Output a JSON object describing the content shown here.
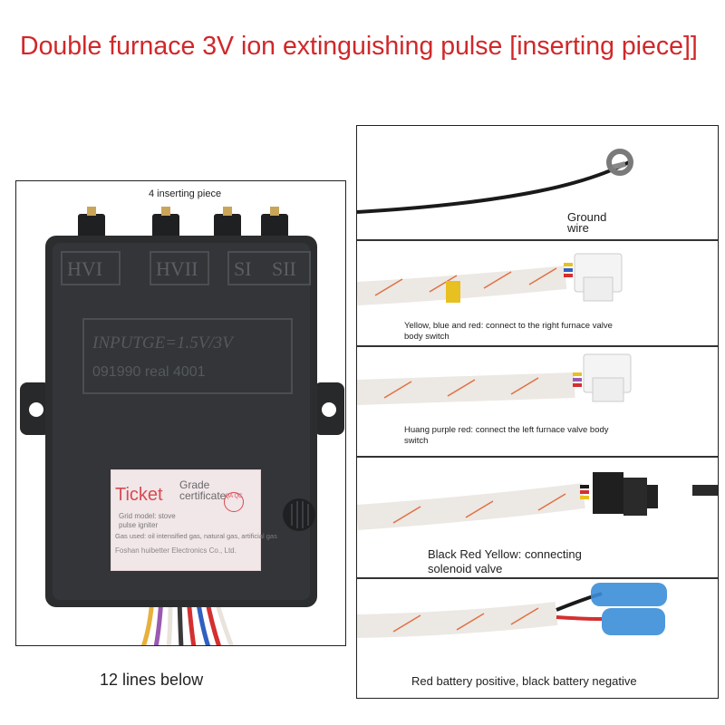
{
  "title": "Double furnace 3V ion extinguishing pulse [inserting piece]]",
  "left_photo": {
    "top_caption": "4 inserting piece",
    "terminals": [
      "HVI",
      "HVII",
      "SI",
      "SII"
    ],
    "plate_text": "INPUTGE=1.5V/3V",
    "serial_text": "091990 real 4001",
    "label": {
      "ticket": "Ticket",
      "grade": "Grade",
      "certificate": "certificate",
      "stamp": "QA QC",
      "model": "Grid model: stove",
      "model2": "pulse igniter",
      "gas": "Gas used: oil intensified gas, natural gas, artificial gas",
      "maker": "Foshan huibetter Electronics Co., Ltd."
    },
    "bottom_caption": "12 lines below"
  },
  "right_photos": [
    {
      "caption": "Ground wire",
      "caption_lines": [
        "Ground",
        "wire"
      ]
    },
    {
      "caption": "Yellow, blue and red: connect to the right furnace valve body switch",
      "caption_lines": [
        "Yellow, blue and red: connect to the right furnace valve",
        "body switch"
      ]
    },
    {
      "caption": "Huang purple red: connect the left furnace valve body switch",
      "caption_lines": [
        "Huang purple red: connect the left furnace valve body",
        "switch"
      ]
    },
    {
      "caption": "Black Red Yellow: connecting solenoid valve",
      "caption_lines": [
        "Black Red Yellow: connecting",
        "solenoid valve"
      ]
    },
    {
      "caption": "Red battery positive, black battery negative",
      "caption_lines": [
        "Red battery positive, black battery negative"
      ]
    }
  ],
  "colors": {
    "title": "#d0282a",
    "device_body": "#2b2d2f",
    "label_bg": "#f1e6e8",
    "label_red": "#d84a52"
  }
}
